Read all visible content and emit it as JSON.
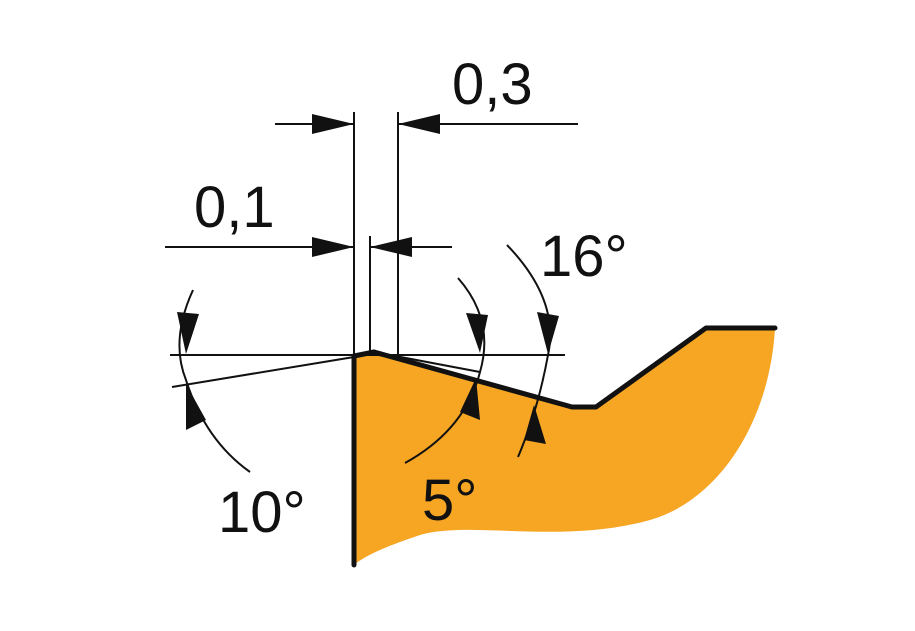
{
  "labels": {
    "dim_top": "0,3",
    "dim_mid": "0,1",
    "angle_right": "16°",
    "angle_left": "10°",
    "angle_center": "5°"
  },
  "colors": {
    "insert_fill": "#F6A623",
    "line": "#111111",
    "background": "#ffffff"
  }
}
